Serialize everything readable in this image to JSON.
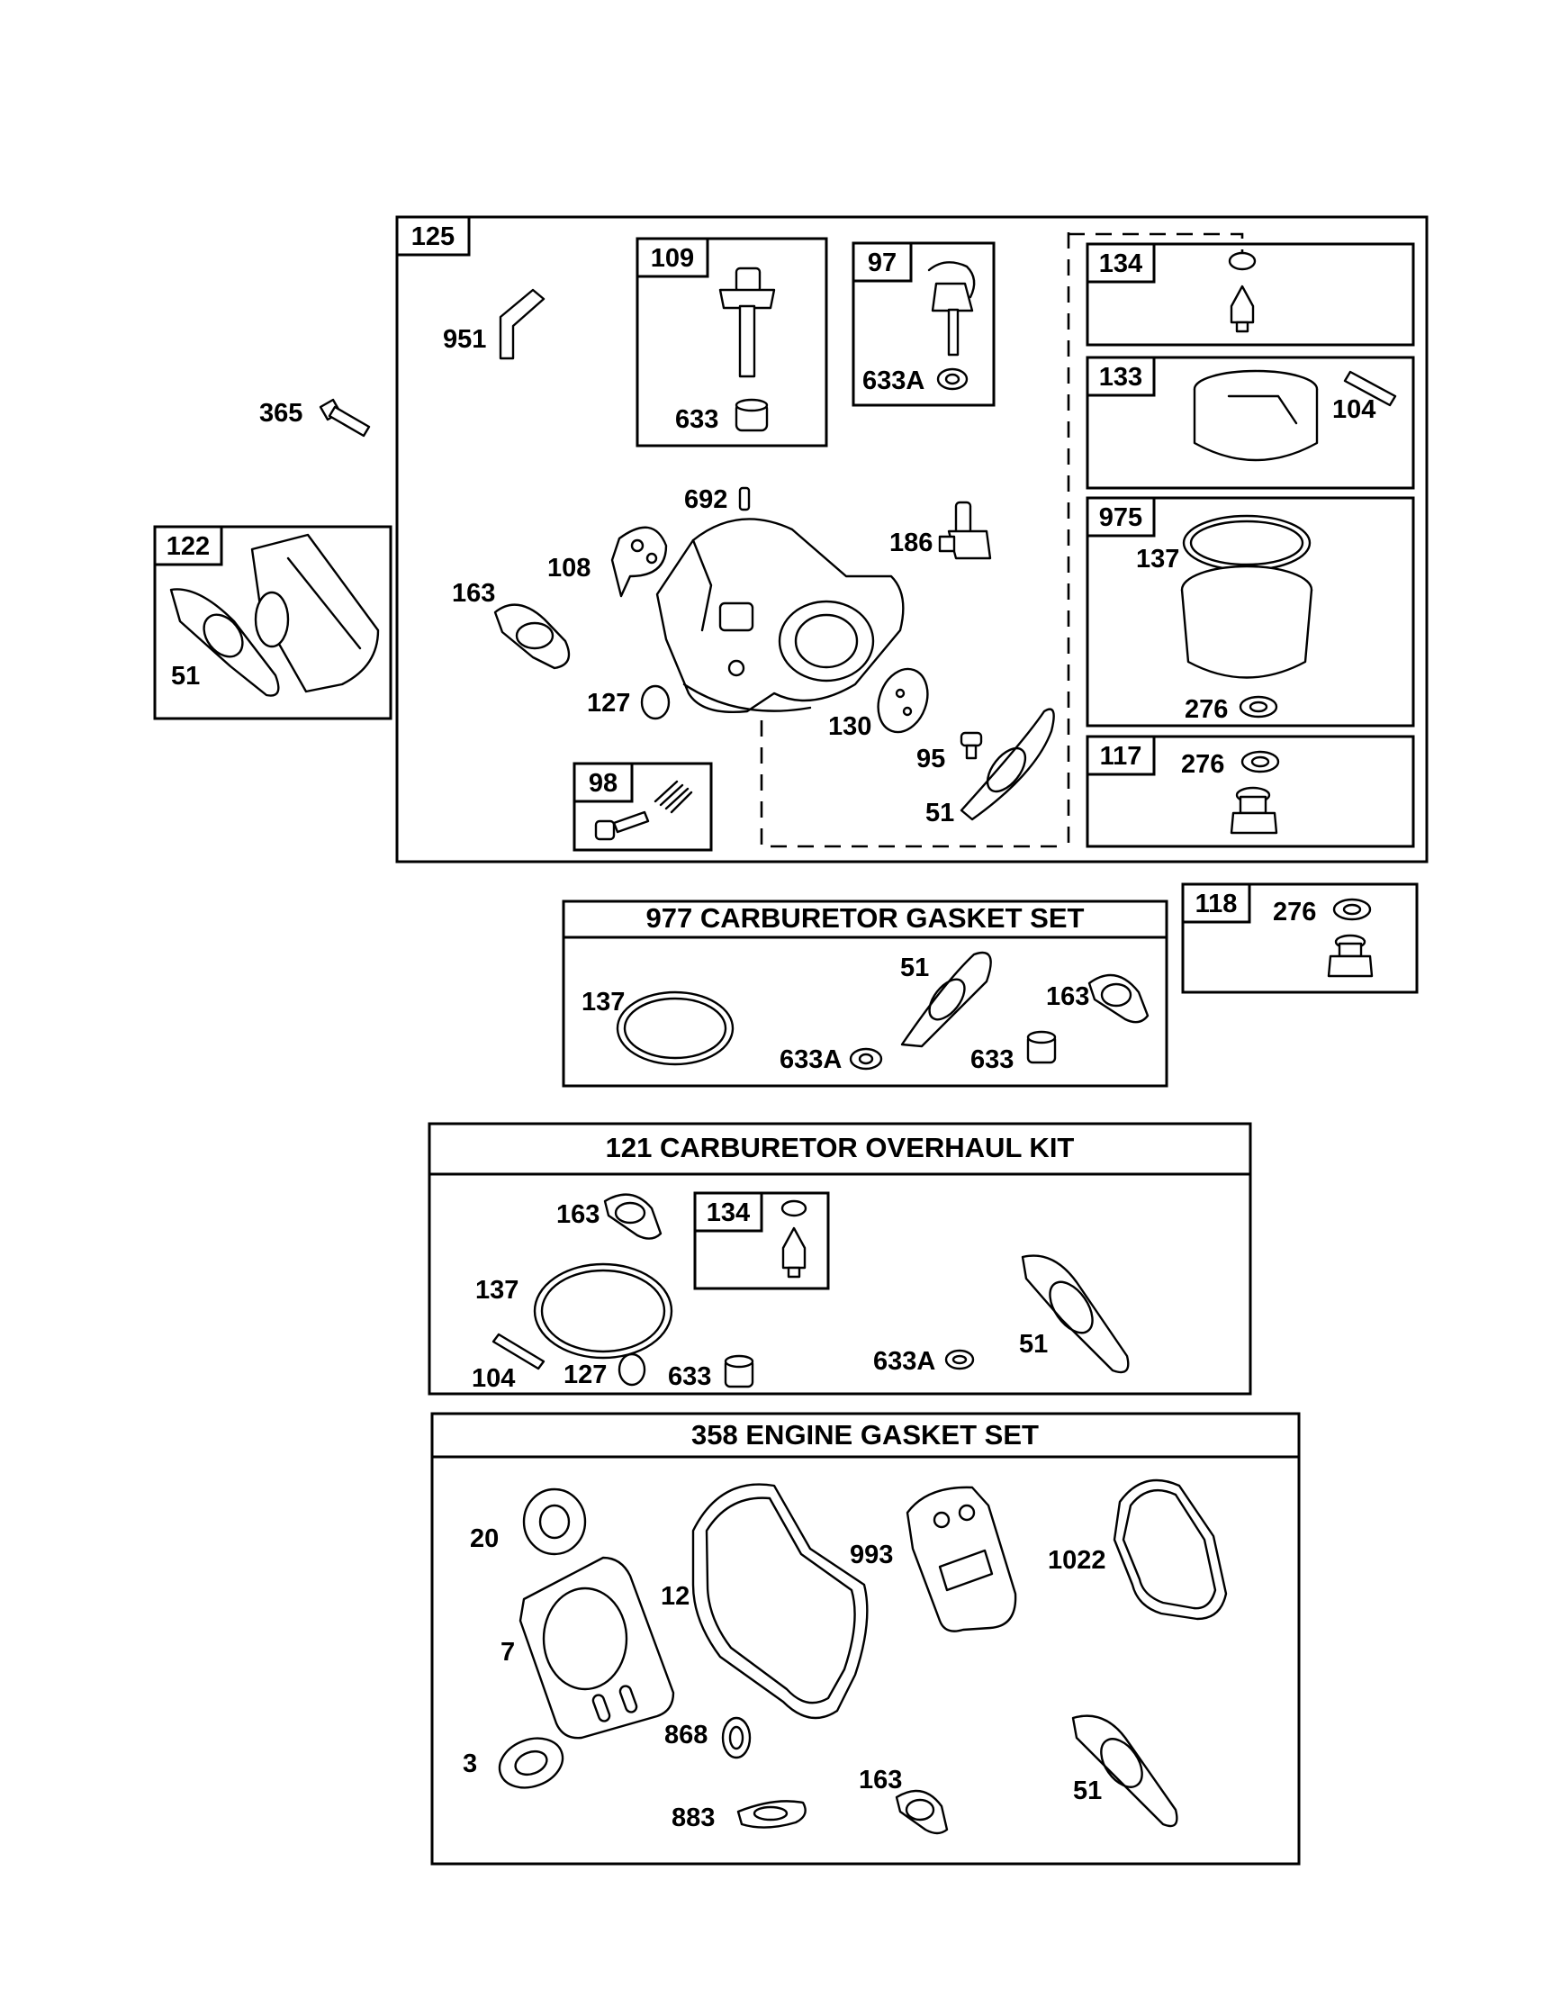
{
  "assemblies": {
    "carb_assembly": "125",
    "throttle_shaft": "109",
    "choke_shaft": "97",
    "inlet_needle": "134",
    "float": "133",
    "bowl": "975",
    "bowl_nut": "117",
    "bowl_screw": "118",
    "adapter": "122",
    "jet_screw": "98"
  },
  "kits": {
    "gasket_set": "977 CARBURETOR  GASKET SET",
    "overhaul_kit": "121 CARBURETOR OVERHAUL KIT",
    "overhaul_needle": "134",
    "engine_gasket_set": "358 ENGINE GASKET SET"
  },
  "labels": {
    "p951": "951",
    "p365": "365",
    "p633": "633",
    "p633a": "633A",
    "p104": "104",
    "p692": "692",
    "p186": "186",
    "p108": "108",
    "p163": "163",
    "p127": "127",
    "p130": "130",
    "p95": "95",
    "p51": "51",
    "p137": "137",
    "p276": "276",
    "p20": "20",
    "p12": "12",
    "p993": "993",
    "p1022": "1022",
    "p7": "7",
    "p868": "868",
    "p3": "3",
    "p883": "883"
  }
}
